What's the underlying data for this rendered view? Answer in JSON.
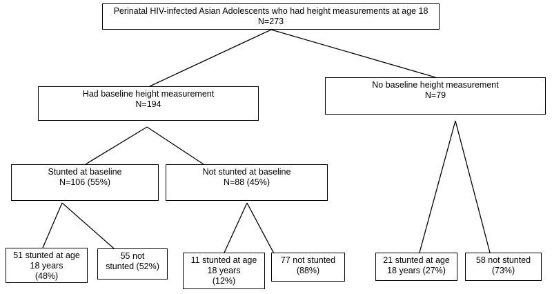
{
  "nodes": {
    "root": {
      "lines": [
        "Perinatal HIV-infected Asian Adolescents who had height measurements at age 18",
        "N=273"
      ]
    },
    "had_baseline": {
      "lines": [
        "Had baseline height measurement",
        "N=194"
      ]
    },
    "no_baseline": {
      "lines": [
        "No baseline height measurement",
        "N=79"
      ]
    },
    "stunted_baseline": {
      "lines": [
        "Stunted at baseline",
        "N=106 (55%)"
      ]
    },
    "not_stunted_baseline": {
      "lines": [
        "Not stunted at baseline",
        "N=88 (45%)"
      ]
    },
    "sb_stunted18": {
      "lines": [
        "51 stunted at age",
        "18 years",
        "(48%)"
      ]
    },
    "sb_notstunted": {
      "lines": [
        "55 not",
        "stunted (52%)"
      ]
    },
    "nsb_stunted18": {
      "lines": [
        "11 stunted at age",
        "18 years",
        "(12%)"
      ]
    },
    "nsb_notstunted": {
      "lines": [
        "77 not stunted",
        "(88%)"
      ]
    },
    "nb_stunted18": {
      "lines": [
        "21 stunted at age",
        "18 years (27%)"
      ]
    },
    "nb_notstunted": {
      "lines": [
        "58 not stunted",
        "(73%)"
      ]
    }
  },
  "edges": [
    [
      "root",
      "had_baseline"
    ],
    [
      "root",
      "no_baseline"
    ],
    [
      "had_baseline",
      "stunted_baseline"
    ],
    [
      "had_baseline",
      "not_stunted_baseline"
    ],
    [
      "stunted_baseline",
      "sb_stunted18"
    ],
    [
      "stunted_baseline",
      "sb_notstunted"
    ],
    [
      "not_stunted_baseline",
      "nsb_stunted18"
    ],
    [
      "not_stunted_baseline",
      "nsb_notstunted"
    ],
    [
      "no_baseline",
      "nb_stunted18"
    ],
    [
      "no_baseline",
      "nb_notstunted"
    ]
  ]
}
